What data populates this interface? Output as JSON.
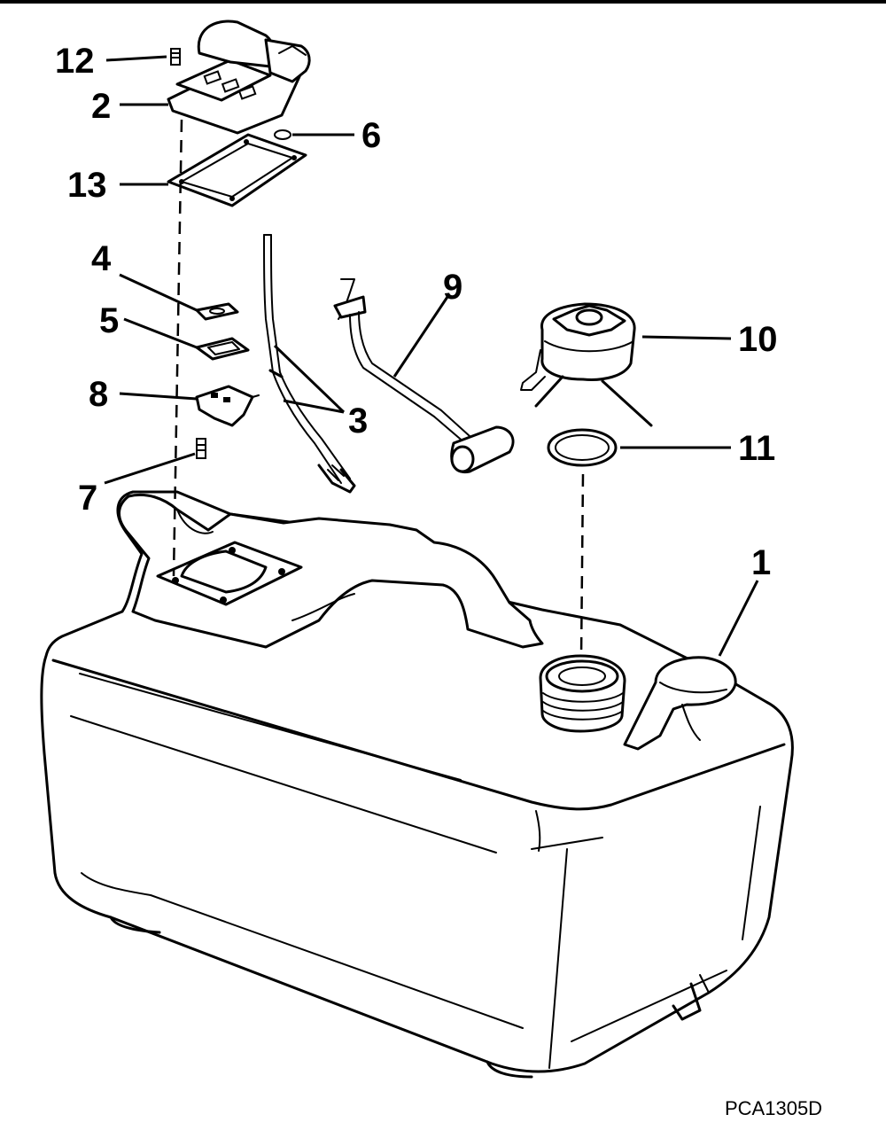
{
  "diagram": {
    "drawing_code": "PCA1305D",
    "callouts": [
      {
        "id": "12",
        "label": "12"
      },
      {
        "id": "2",
        "label": "2"
      },
      {
        "id": "6",
        "label": "6"
      },
      {
        "id": "13",
        "label": "13"
      },
      {
        "id": "4",
        "label": "4"
      },
      {
        "id": "5",
        "label": "5"
      },
      {
        "id": "8",
        "label": "8"
      },
      {
        "id": "7",
        "label": "7"
      },
      {
        "id": "3",
        "label": "3"
      },
      {
        "id": "9",
        "label": "9"
      },
      {
        "id": "10",
        "label": "10"
      },
      {
        "id": "11",
        "label": "11"
      },
      {
        "id": "1",
        "label": "1"
      }
    ],
    "colors": {
      "line": "#000000",
      "background": "#ffffff"
    }
  }
}
